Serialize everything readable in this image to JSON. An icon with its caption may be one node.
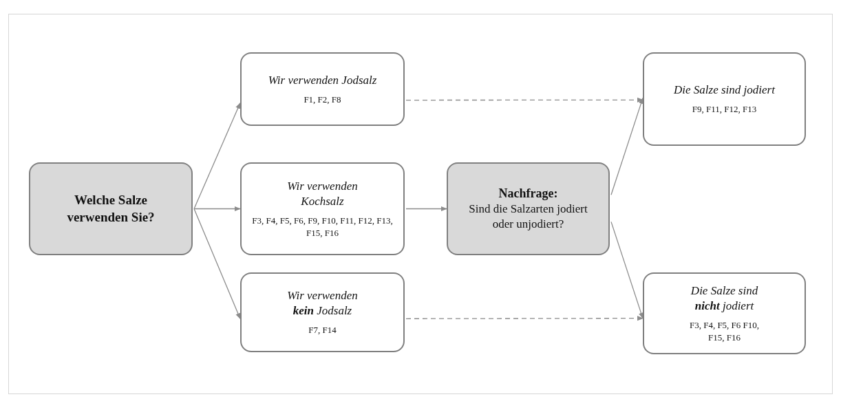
{
  "diagram": {
    "nodes": [
      {
        "text": [
          "Welche Salze verwenden Sie?"
        ]
      },
      {
        "text": [
          "Wir verwenden Jodsalz",
          "F1, F2, F8"
        ]
      },
      {
        "text": [
          "Wir verwenden Kochsalz",
          "F3, F4, F5, F6, F9, F10, F11, F12, F13, F15, F16"
        ]
      },
      {
        "text": [
          "Wir verwenden **kein** Jodsalz",
          "F7, F14"
        ]
      },
      {
        "text": [
          "Nachfrage:",
          "Sind die Salzarten jodiert oder unjodiert?"
        ]
      },
      {
        "text": [
          "Die Salze sind jodiert",
          "F9, F11, F12, F13"
        ]
      },
      {
        "text": [
          "Die Salze sind **nicht** jodiert",
          "F3, F4, F5, F6 F10, F15, F16"
        ]
      }
    ],
    "edges": [
      {
        "from": 0,
        "to": 1,
        "arrow": "to"
      },
      {
        "from": 0,
        "to": 2,
        "arrow": "to"
      },
      {
        "from": 0,
        "to": 3,
        "arrow": "to"
      },
      {
        "from": 1,
        "to": 5,
        "arrow": "to",
        "style": "dashed"
      },
      {
        "from": 2,
        "to": 4,
        "arrow": "to"
      },
      {
        "from": 3,
        "to": 6,
        "arrow": "to",
        "style": "dashed"
      },
      {
        "from": 4,
        "to": 5,
        "arrow": "to"
      },
      {
        "from": 4,
        "to": 6,
        "arrow": "to"
      }
    ]
  }
}
